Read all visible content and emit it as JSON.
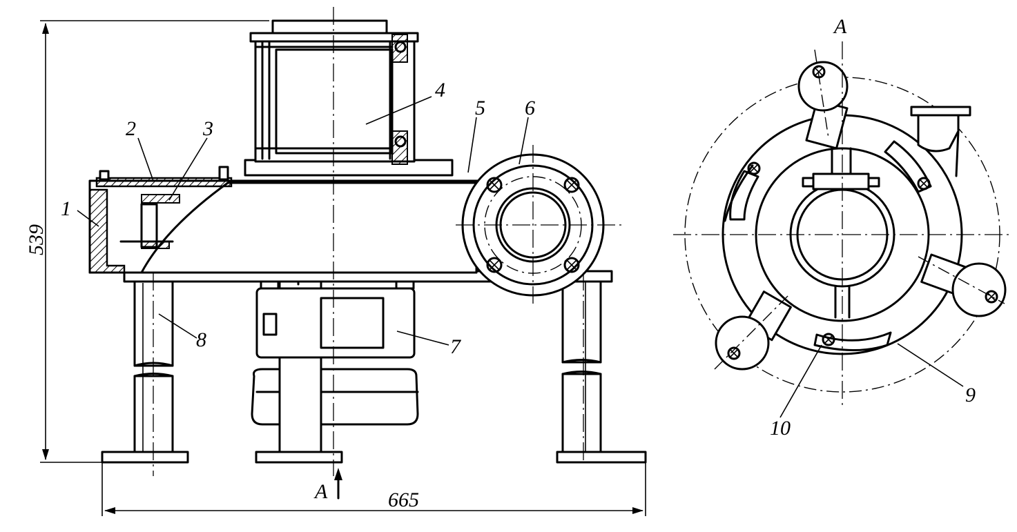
{
  "labels": {
    "p1": "1",
    "p2": "2",
    "p3": "3",
    "p4": "4",
    "p5": "5",
    "p6": "6",
    "p7": "7",
    "p8": "8",
    "p9": "9",
    "p10": "10"
  },
  "view_marker": "A",
  "section_title": "A",
  "dimensions": {
    "height": "539",
    "width": "665"
  }
}
